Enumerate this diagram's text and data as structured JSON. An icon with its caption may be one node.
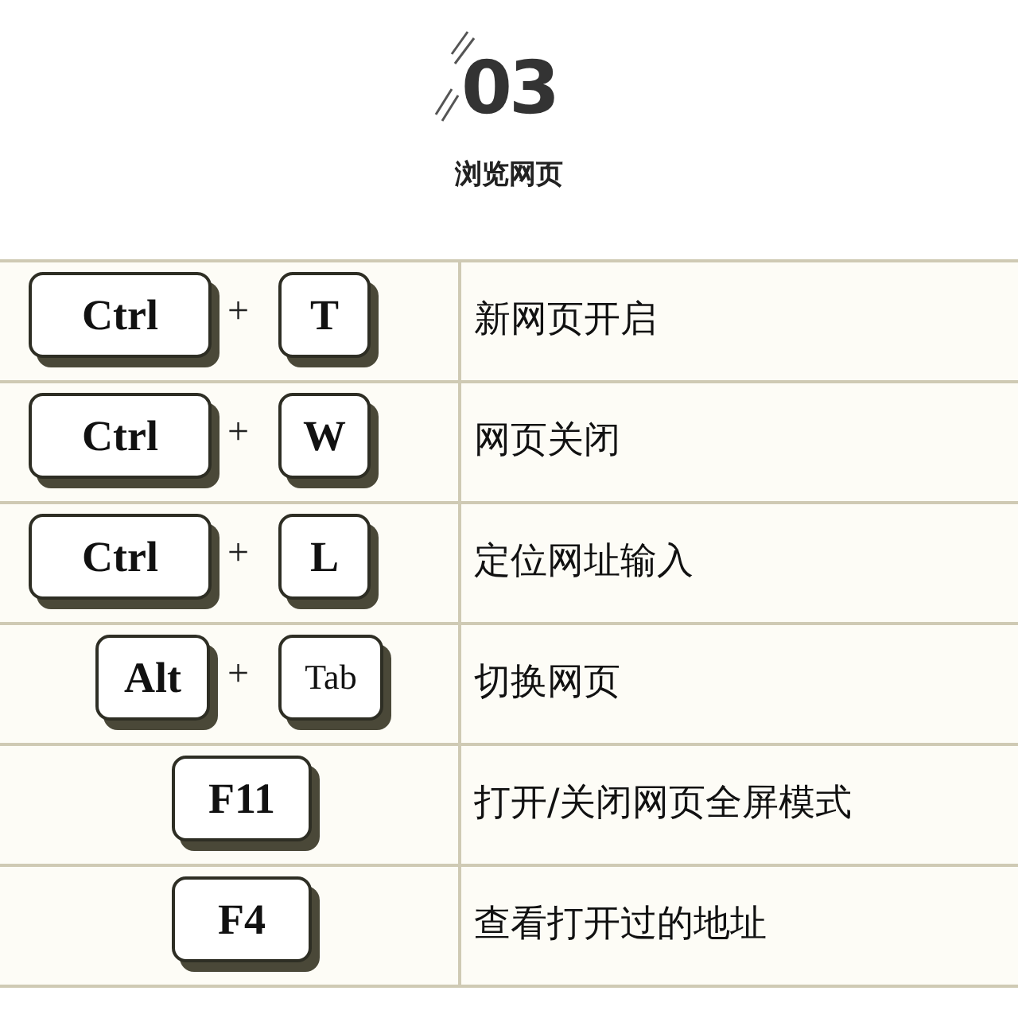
{
  "diagram": {
    "title": "浏览网页",
    "nodes": [
      {
        "text": [
          "Ctrl"
        ]
      },
      {
        "text": [
          "T"
        ]
      },
      {
        "text": [
          "Ctrl"
        ]
      },
      {
        "text": [
          "W"
        ]
      },
      {
        "text": [
          "Ctrl"
        ]
      },
      {
        "text": [
          "L"
        ]
      },
      {
        "text": [
          "Alt"
        ]
      },
      {
        "text": [
          "Tab"
        ]
      },
      {
        "text": [
          "F11"
        ]
      },
      {
        "text": [
          "F4"
        ]
      }
    ],
    "edges": [],
    "labels": [
      "03",
      "+",
      "新网页开启",
      "+",
      "网页关闭",
      "+",
      "定位网址输入",
      "+",
      "切换网页",
      "打开/关闭网页全屏模式",
      "查看打开过的地址"
    ]
  }
}
